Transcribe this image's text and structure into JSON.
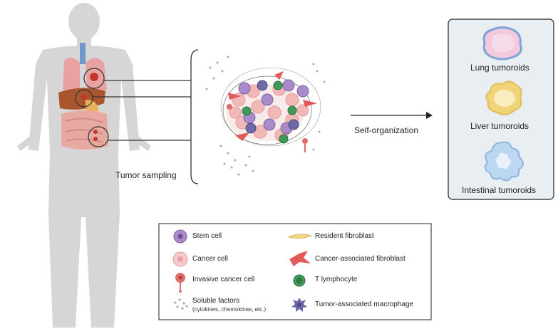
{
  "labels": {
    "tumor_sampling": "Tumor sampling",
    "self_organization": "Self-organization",
    "lung": "Lung tumoroids",
    "liver": "Liver tumoroids",
    "intestinal": "Intestinal tumoroids"
  },
  "legend": [
    {
      "label": "Stem cell",
      "icon": "stem-cell-icon"
    },
    {
      "label": "Cancer cell",
      "icon": "cancer-cell-icon"
    },
    {
      "label": "Invasive cancer cell",
      "icon": "invasive-cancer-cell-icon"
    },
    {
      "label": "Soluble factors",
      "sub": "(cytokines, chemokines, etc.)",
      "icon": "soluble-factors-icon"
    },
    {
      "label": "Resident fibroblast",
      "icon": "resident-fibroblast-icon"
    },
    {
      "label": "Cancer-associated fibroblast",
      "icon": "cancer-associated-fibroblast-icon"
    },
    {
      "label": "T lymphocyte",
      "icon": "t-lymphocyte-icon"
    },
    {
      "label": "Tumor-associated macrophage",
      "icon": "tumor-associated-macrophage-icon"
    }
  ],
  "colors": {
    "body": "#d4d4d4",
    "stem": "#a98bc9",
    "cancer": "#f2b8b8",
    "invasive": "#e06b6b",
    "tcell": "#3f9a5a",
    "macrophage": "#6e6aa8",
    "fibroblast": "#f4d88a",
    "caf": "#e05a5a",
    "lung_organoid": "#f3c9de",
    "liver_organoid": "#f4e2a0",
    "intestinal_organoid": "#bcd8f0",
    "panel_bg": "#e9eef3"
  }
}
